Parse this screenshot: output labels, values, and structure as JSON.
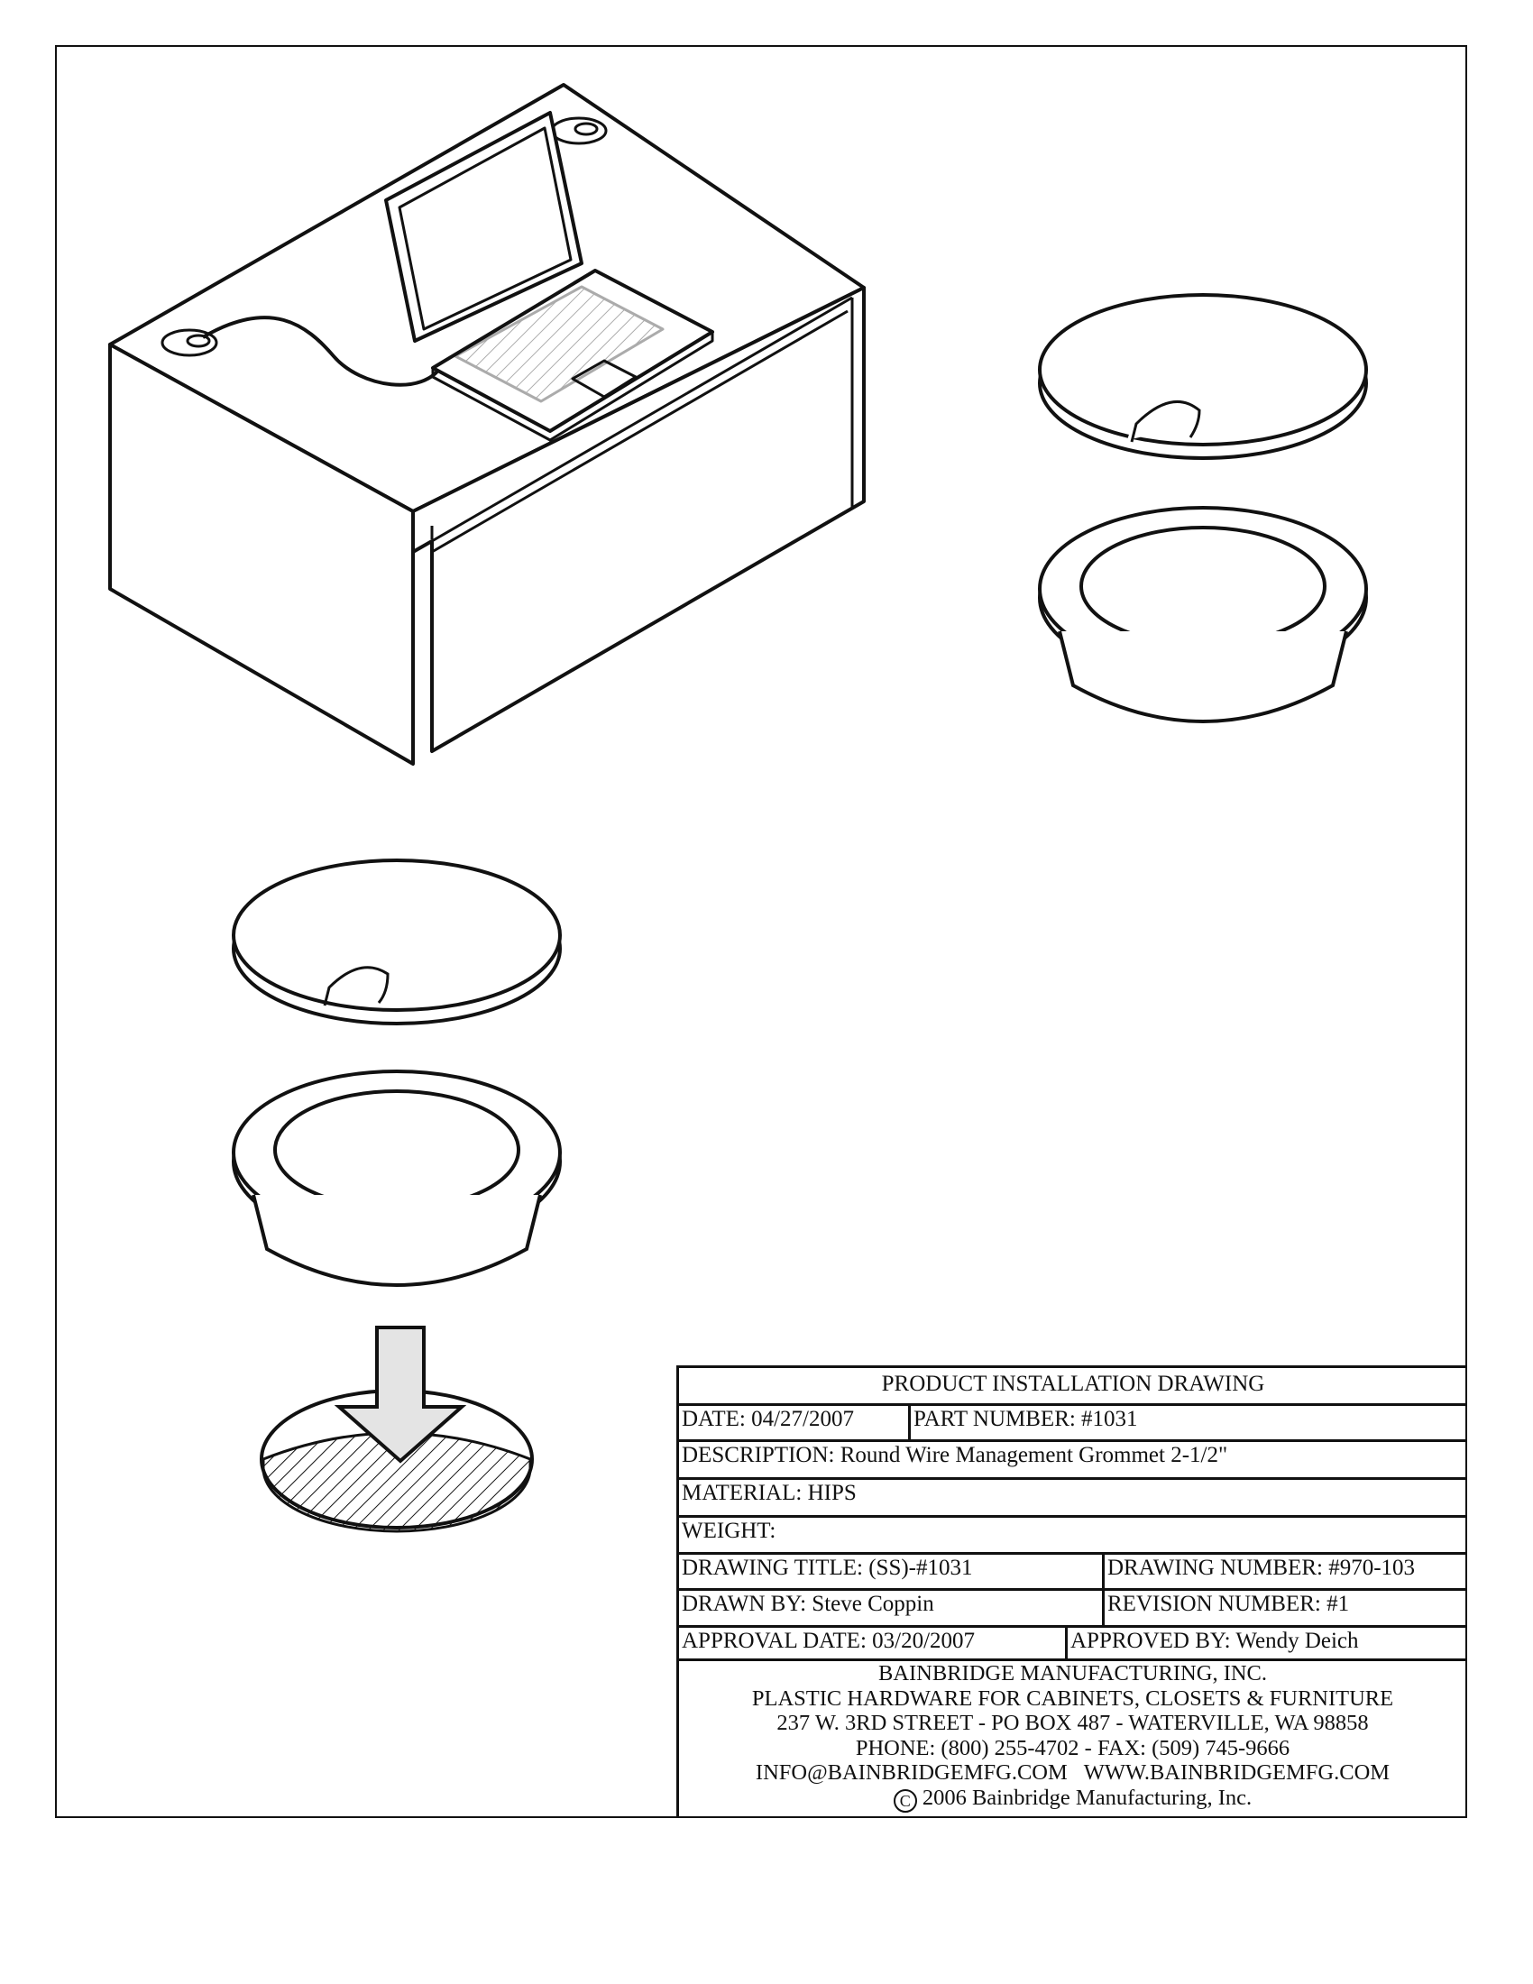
{
  "title_block": {
    "heading": "PRODUCT INSTALLATION DRAWING",
    "date": "DATE: 04/27/2007",
    "part_number": "PART NUMBER: #1031",
    "description": "DESCRIPTION: Round Wire Management Grommet 2-1/2\"",
    "material": "MATERIAL: HIPS",
    "weight": "WEIGHT:",
    "drawing_title": "DRAWING TITLE: (SS)-#1031",
    "drawing_number": "DRAWING NUMBER: #970-103",
    "drawn_by": "DRAWN BY: Steve Coppin",
    "revision_number": "REVISION NUMBER: #1",
    "approval_date": "APPROVAL DATE: 03/20/2007",
    "approved_by": "APPROVED BY: Wendy Deich"
  },
  "company": {
    "name": "BAINBRIDGE MANUFACTURING, INC.",
    "tagline": "PLASTIC HARDWARE FOR CABINETS, CLOSETS & FURNITURE",
    "address": "237 W. 3RD STREET - PO BOX 487 - WATERVILLE, WA 98858",
    "phone_fax": "PHONE: (800) 255-4702 - FAX: (509) 745-9666",
    "email_web": "INFO@BAINBRIDGEMFG.COM   WWW.BAINBRIDGEMFG.COM",
    "copyright_symbol": "C",
    "copyright": "2006 Bainbridge Manufacturing, Inc."
  }
}
